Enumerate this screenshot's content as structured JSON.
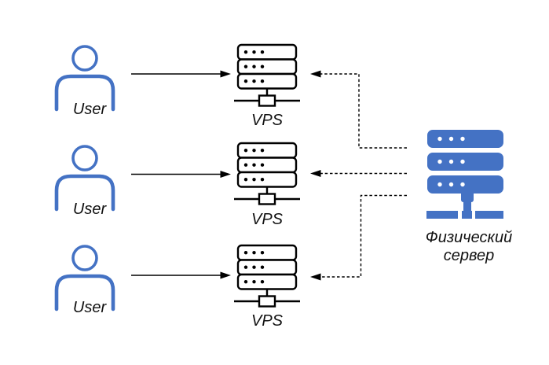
{
  "diagram": {
    "users": [
      {
        "label": "User"
      },
      {
        "label": "User"
      },
      {
        "label": "User"
      }
    ],
    "vps_nodes": [
      {
        "label": "VPS"
      },
      {
        "label": "VPS"
      },
      {
        "label": "VPS"
      }
    ],
    "physical_server": {
      "label": "Физический сервер",
      "label_line1": "Физический",
      "label_line2": "сервер"
    }
  },
  "colors": {
    "accent_blue": "#4472C4",
    "line_black": "#000000",
    "background": "#FFFFFF"
  }
}
